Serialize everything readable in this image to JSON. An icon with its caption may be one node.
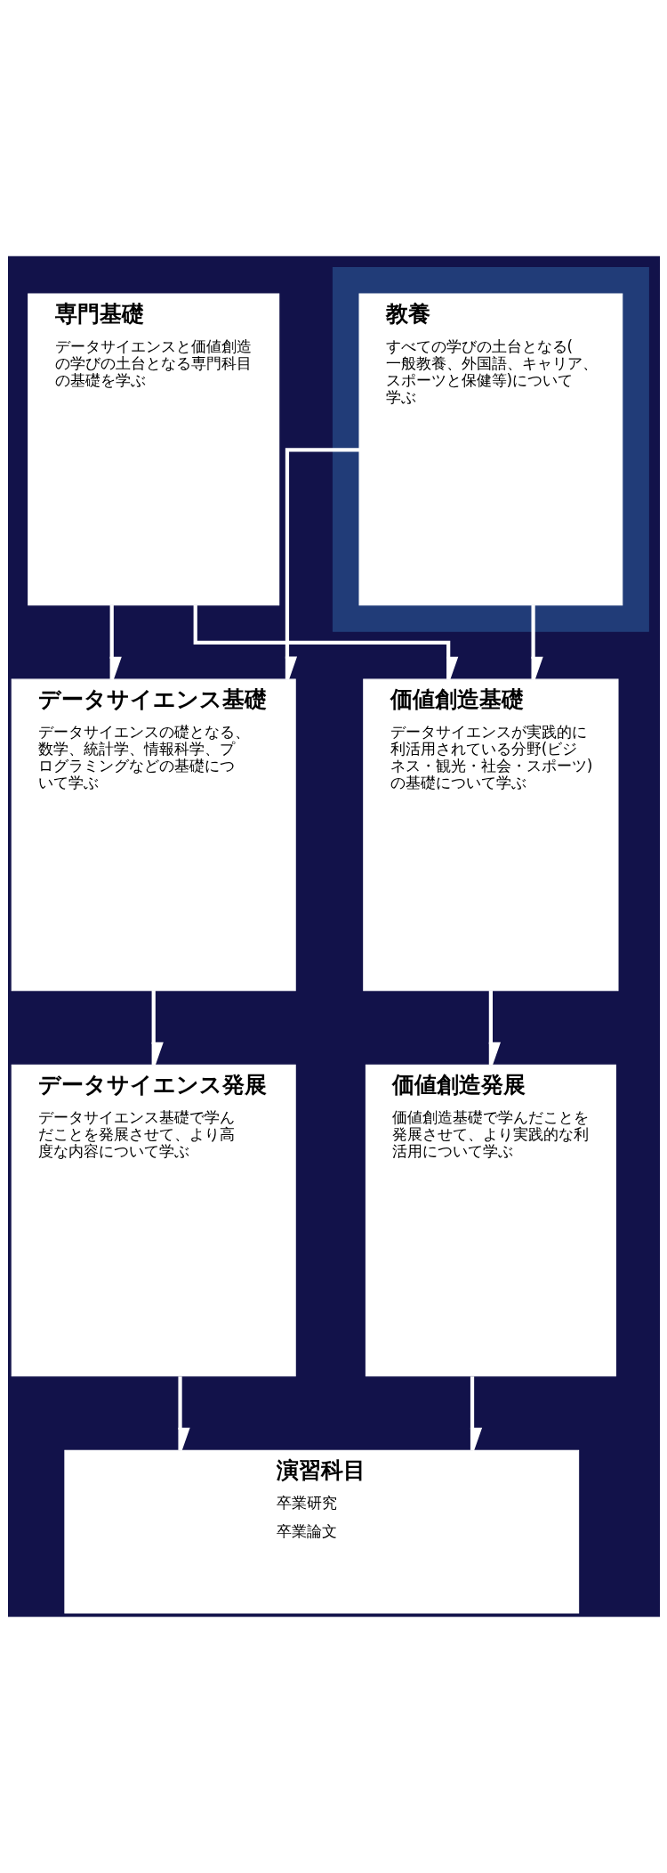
{
  "diagram": {
    "nodes": [
      {
        "text": [],
        "shape": "box"
      },
      {
        "text": [
          "教養",
          "すべての学びの土台となる(一般教養、外国語、キャリア、スポーツと保健等)について学ぶ"
        ],
        "in": 0
      },
      {
        "text": [
          "専門基礎",
          "データサイエンスと価値創造の学びの土台となる専門科目の基礎を学ぶ"
        ]
      },
      {
        "text": [
          "価値創造基礎",
          "データサイエンスが実践的に利活用されている分野(ビジネス・観光・社会・スポーツ)の基礎について学ぶ"
        ]
      },
      {
        "text": [
          "データサイエンス基礎",
          "データサイエンスの礎となる、数学、統計学、情報科学、プログラミングなどの基礎について学ぶ"
        ]
      },
      {
        "text": [
          "価値創造発展",
          "価値創造基礎で学んだことを発展させて、より実践的な利活用について学ぶ"
        ]
      },
      {
        "text": [
          "データサイエンス発展",
          "データサイエンス基礎で学んだことを発展させて、より高度な内容について学ぶ"
        ]
      },
      {
        "text": [
          "演習科目",
          "卒業研究",
          "卒業論文"
        ]
      }
    ],
    "edges": [
      {
        "from": 2,
        "to": 4,
        "arrow": "to"
      },
      {
        "from": 2,
        "to": 3,
        "arrow": "to"
      },
      {
        "from": 1,
        "to": 4,
        "arrow": "to"
      },
      {
        "from": 1,
        "to": 3,
        "arrow": "to"
      },
      {
        "from": 4,
        "to": 6,
        "arrow": "to"
      },
      {
        "from": 3,
        "to": 5,
        "arrow": "to"
      },
      {
        "from": 6,
        "to": 7,
        "arrow": "to"
      },
      {
        "from": 5,
        "to": 7,
        "arrow": "to"
      }
    ]
  }
}
